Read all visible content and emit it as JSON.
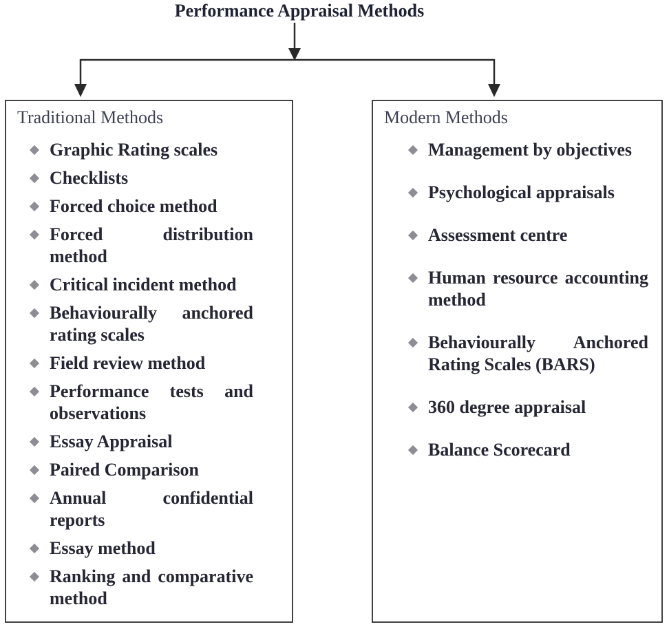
{
  "title": "Performance Appraisal Methods",
  "colors": {
    "text": "#262635",
    "header_text": "#3d4154",
    "title_text": "#1f2233",
    "bullet": "#8d8d95",
    "border": "#424242",
    "line": "#2a2a2a",
    "background": "#ffffff"
  },
  "bullet_icon": "gray-diamond",
  "left_box": {
    "header": "Traditional Methods",
    "items": [
      "Graphic Rating scales",
      "Checklists",
      "Forced choice method",
      "Forced distribution method",
      "Critical incident method",
      "Behaviourally anchored rating scales",
      "Field review method",
      "Performance tests and observations",
      "Essay Appraisal",
      "Paired Comparison",
      "Annual confidential reports",
      "Essay method",
      "Ranking and comparative method"
    ]
  },
  "right_box": {
    "header": "Modern Methods",
    "items": [
      "Management by objectives",
      "Psychological appraisals",
      "Assessment centre",
      "Human resource accounting method",
      "Behaviourally Anchored Rating Scales (BARS)",
      "360 degree appraisal",
      "Balance Scorecard"
    ]
  }
}
